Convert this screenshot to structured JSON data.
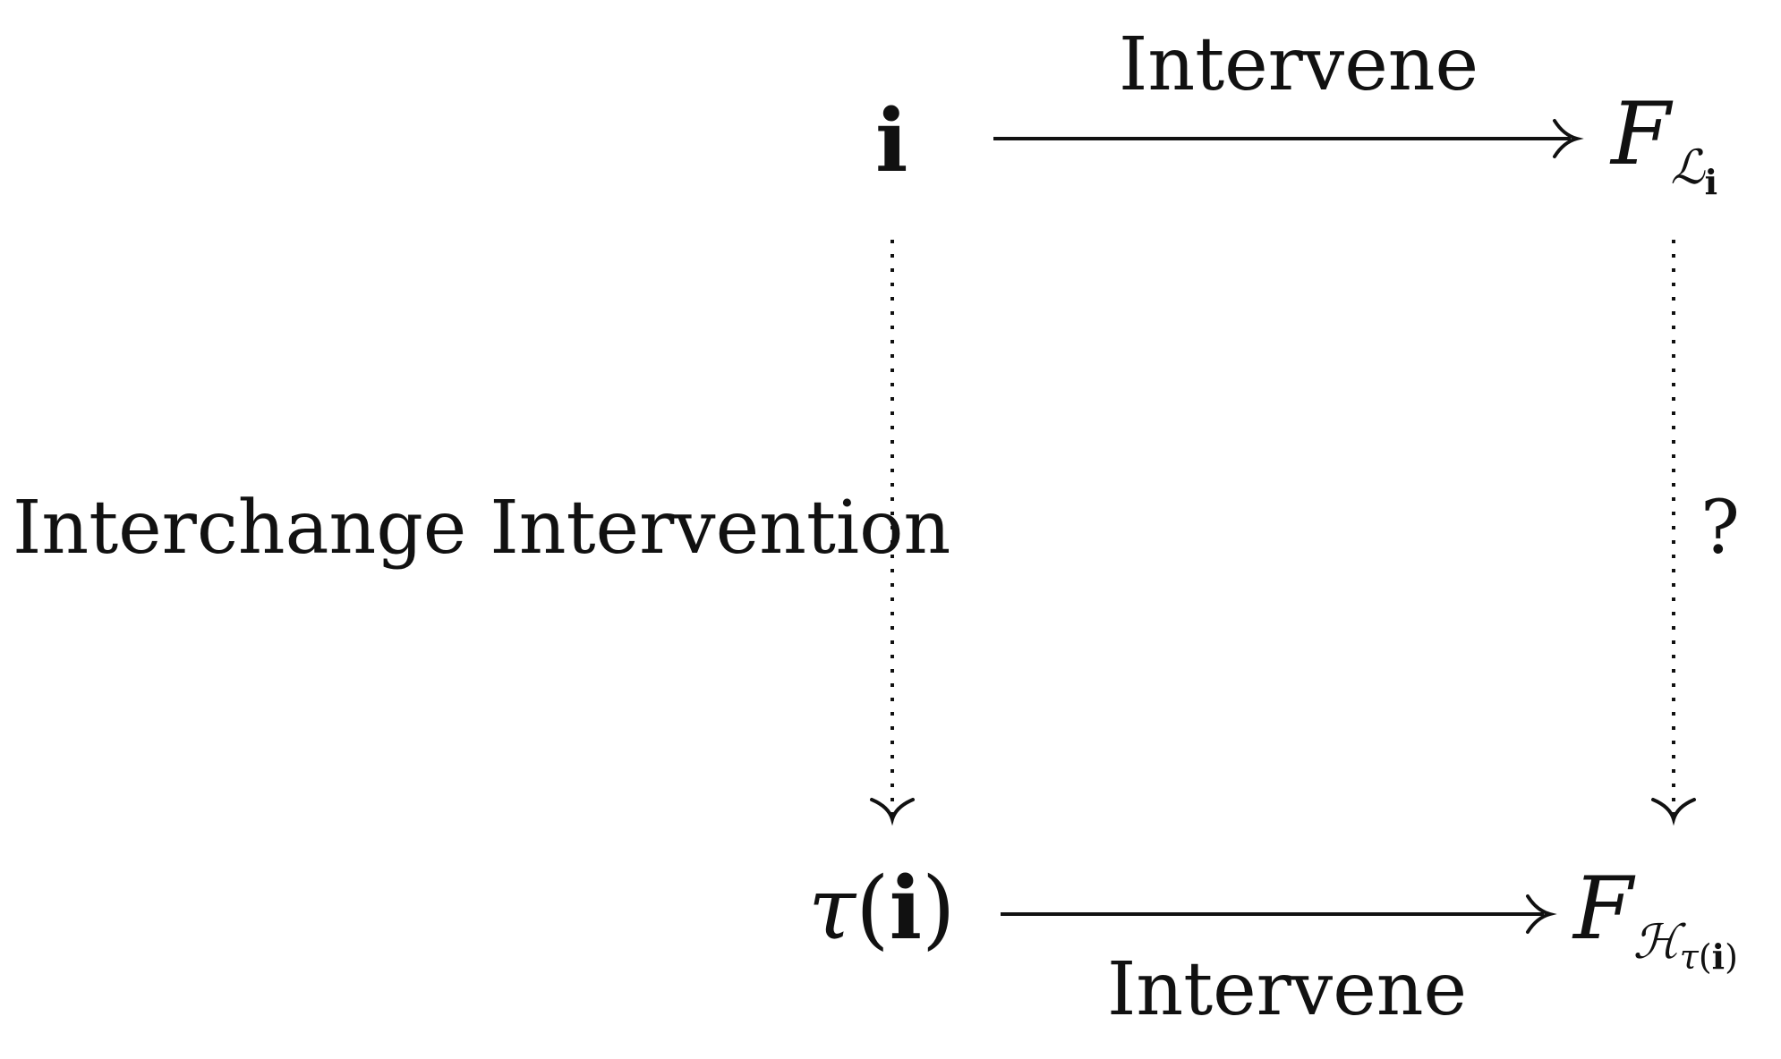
{
  "nodes": {
    "input": {
      "symbol": "i"
    },
    "low_level": {
      "base": "F",
      "sub_model": "ℒ",
      "sub_index": "i"
    },
    "abstraction": {
      "func": "τ",
      "open": "(",
      "arg": "i",
      "close": ")"
    },
    "high_level": {
      "base": "F",
      "sub_model": "ℋ",
      "sub_func": "τ",
      "sub_open": "(",
      "sub_arg": "i",
      "sub_close": ")"
    }
  },
  "edges": {
    "top_label": "Intervene",
    "bottom_label": "Intervene",
    "left_label": "Interchange Intervention",
    "right_label": "?"
  }
}
